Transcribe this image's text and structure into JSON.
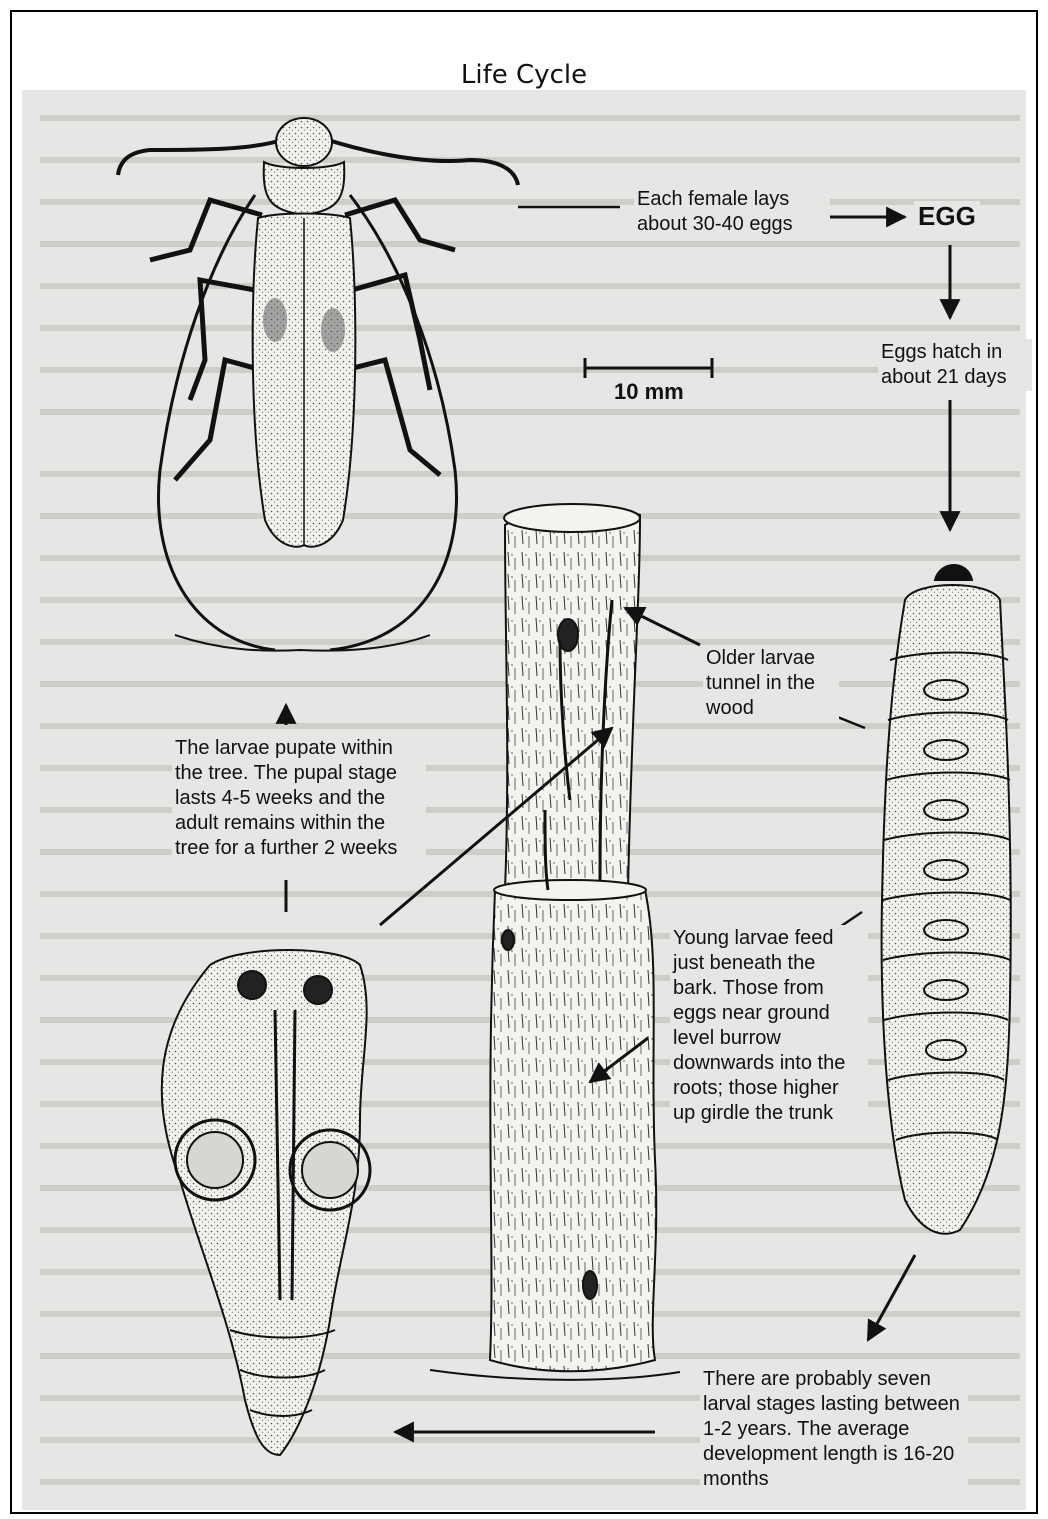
{
  "title": "Life Cycle",
  "labels": {
    "female_lays": "Each female lays about 30-40 eggs",
    "egg": "EGG",
    "eggs_hatch": "Eggs hatch in about 21 days",
    "scale_bar": "10 mm",
    "older_larvae": "Older larvae tunnel in the wood",
    "pupate": "The larvae pupate within the tree. The pupal stage lasts 4-5 weeks and the adult remains within the tree for a further 2 weeks",
    "young_larvae": "Young larvae feed just beneath the bark. Those from eggs near ground level burrow downwards into the roots; those higher up girdle the trunk",
    "larval_stages": "There are probably seven larval stages lasting between 1-2 years. The average development length is 16-20 months"
  },
  "stages": [
    "adult-beetle",
    "egg",
    "larva",
    "tree-trunk",
    "pupa"
  ],
  "colors": {
    "ink": "#111111",
    "scan_background": "#e7e6e4",
    "body_fill": "#f2f1ee"
  }
}
